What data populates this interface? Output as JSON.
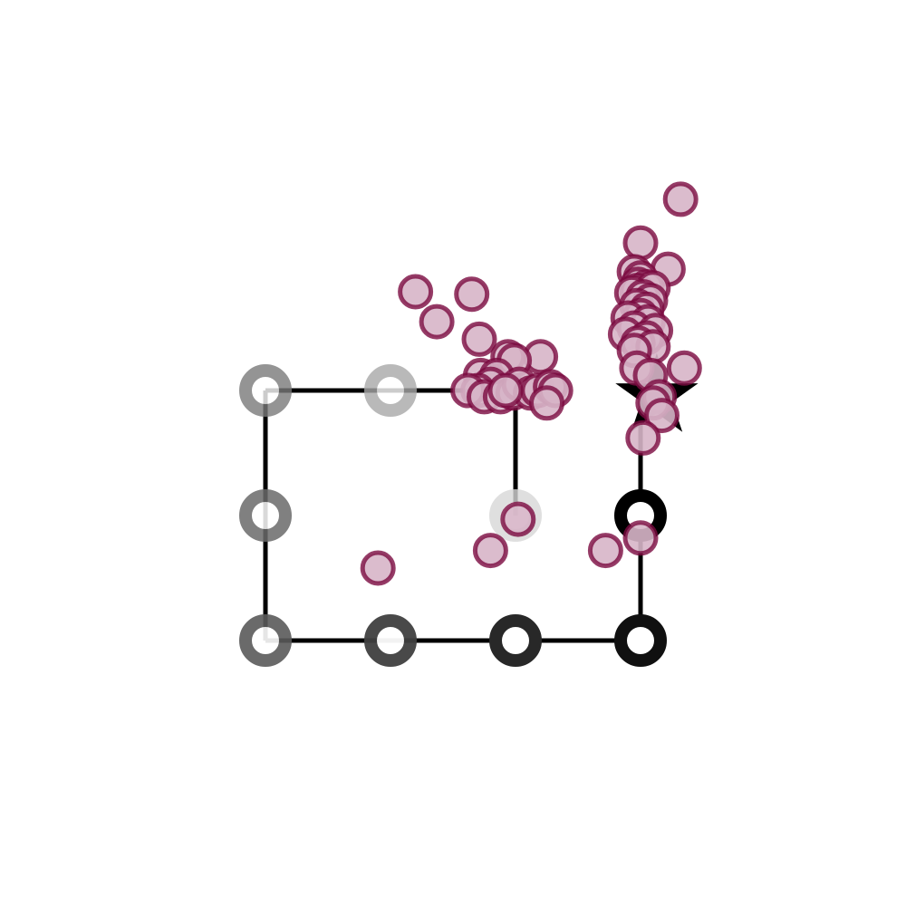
{
  "diagram": {
    "colors": {
      "edge": "#000000",
      "scatter_fill": "#d7b5c8",
      "scatter_stroke": "#7a0a40",
      "goal_marker": "#000000"
    },
    "grid_nodes": [
      {
        "id": "n00",
        "col": 0,
        "row": 0,
        "shade": "#7a7a7a",
        "opacity": 0.8
      },
      {
        "id": "n10",
        "col": 1,
        "row": 0,
        "shade": "#a8a8a8",
        "opacity": 0.8
      },
      {
        "id": "n01",
        "col": 0,
        "row": 1,
        "shade": "#6a6a6a",
        "opacity": 0.85
      },
      {
        "id": "n21",
        "col": 2,
        "row": 1,
        "shade": "#d8d8d8",
        "opacity": 0.8
      },
      {
        "id": "n31",
        "col": 3,
        "row": 1,
        "shade": "#000000",
        "opacity": 1.0
      },
      {
        "id": "n02",
        "col": 0,
        "row": 2,
        "shade": "#5a5a5a",
        "opacity": 0.9
      },
      {
        "id": "n12",
        "col": 1,
        "row": 2,
        "shade": "#404040",
        "opacity": 0.95
      },
      {
        "id": "n22",
        "col": 2,
        "row": 2,
        "shade": "#282828",
        "opacity": 1.0
      },
      {
        "id": "n32",
        "col": 3,
        "row": 2,
        "shade": "#101010",
        "opacity": 1.0
      }
    ],
    "edges": [
      {
        "from": [
          0,
          0
        ],
        "to": [
          2,
          0
        ]
      },
      {
        "from": [
          2,
          0
        ],
        "to": [
          2,
          1
        ]
      },
      {
        "from": [
          0,
          0
        ],
        "to": [
          0,
          2
        ]
      },
      {
        "from": [
          0,
          2
        ],
        "to": [
          3,
          2
        ]
      },
      {
        "from": [
          3,
          2
        ],
        "to": [
          3,
          0
        ]
      }
    ],
    "goal": {
      "col": 3.13,
      "row": 0.05,
      "icon": "star-icon"
    },
    "samples": [
      [
        3.32,
        -1.53
      ],
      [
        3.0,
        -1.18
      ],
      [
        2.95,
        -0.95
      ],
      [
        3.22,
        -0.97
      ],
      [
        3.0,
        -0.9
      ],
      [
        2.98,
        -0.85
      ],
      [
        3.05,
        -0.83
      ],
      [
        2.97,
        -0.8
      ],
      [
        3.1,
        -0.82
      ],
      [
        2.93,
        -0.78
      ],
      [
        3.02,
        -0.75
      ],
      [
        3.08,
        -0.72
      ],
      [
        2.97,
        -0.68
      ],
      [
        3.05,
        -0.65
      ],
      [
        3.0,
        -0.6
      ],
      [
        2.9,
        -0.58
      ],
      [
        3.06,
        -0.55
      ],
      [
        2.95,
        -0.5
      ],
      [
        3.12,
        -0.48
      ],
      [
        2.88,
        -0.45
      ],
      [
        3.05,
        -0.42
      ],
      [
        2.98,
        -0.38
      ],
      [
        3.1,
        -0.35
      ],
      [
        2.95,
        -0.32
      ],
      [
        3.35,
        -0.18
      ],
      [
        2.97,
        -0.18
      ],
      [
        3.08,
        -0.12
      ],
      [
        3.15,
        0.05
      ],
      [
        3.1,
        0.1
      ],
      [
        3.17,
        0.2
      ],
      [
        3.02,
        0.38
      ],
      [
        1.65,
        -0.77
      ],
      [
        1.71,
        -0.41
      ],
      [
        1.37,
        -0.55
      ],
      [
        1.2,
        -0.79
      ],
      [
        2.2,
        -0.27
      ],
      [
        1.94,
        -0.27
      ],
      [
        1.99,
        -0.24
      ],
      [
        1.72,
        -0.12
      ],
      [
        1.85,
        -0.12
      ],
      [
        1.8,
        -0.05
      ],
      [
        1.7,
        0.0
      ],
      [
        1.62,
        0.0
      ],
      [
        1.75,
        0.05
      ],
      [
        1.88,
        0.05
      ],
      [
        1.98,
        0.02
      ],
      [
        2.03,
        -0.05
      ],
      [
        2.12,
        0.02
      ],
      [
        2.18,
        0.0
      ],
      [
        2.28,
        -0.03
      ],
      [
        2.32,
        0.0
      ],
      [
        2.25,
        0.1
      ],
      [
        1.92,
        0.0
      ],
      [
        2.02,
        1.03
      ],
      [
        3.0,
        1.18
      ],
      [
        2.72,
        1.28
      ],
      [
        1.8,
        1.28
      ],
      [
        0.9,
        1.42
      ]
    ]
  }
}
